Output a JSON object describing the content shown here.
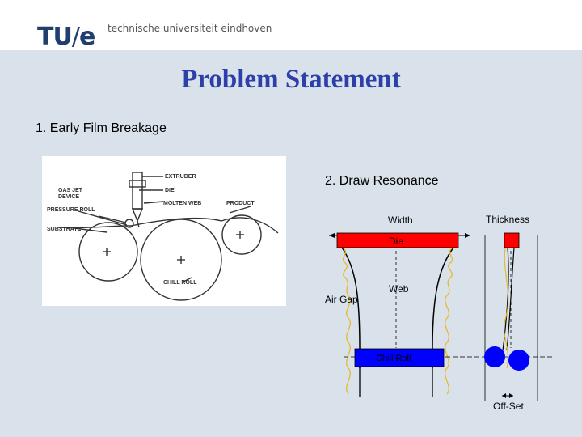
{
  "header": {
    "logo_tu": "TU",
    "logo_slash": "/",
    "logo_e": "e",
    "university": "technische universiteit eindhoven"
  },
  "slide": {
    "title": "Problem Statement",
    "point1": "1. Early Film Breakage",
    "point2": "2. Draw Resonance"
  },
  "film_casting_figure": {
    "labels": {
      "extruder": "EXTRUDER",
      "die": "DIE",
      "gas_jet": "GAS JET",
      "device": "DEVICE",
      "molten_web": "MOLTEN WEB",
      "product": "PRODUCT",
      "pressure_roll": "PRESSURE ROLL",
      "substrate": "SUBSTRATE",
      "chill_roll": "CHILL ROLL"
    }
  },
  "draw_resonance_diagram": {
    "labels": {
      "width": "Width",
      "thickness": "Thickness",
      "die": "Die",
      "web": "Web",
      "air_gap": "Air Gap",
      "chill_roll": "Chill Roll",
      "off_set": "Off-Set"
    },
    "colors": {
      "die": "#ff0000",
      "chill_roll": "#0000ff",
      "oscillation": "#e8b830"
    }
  }
}
